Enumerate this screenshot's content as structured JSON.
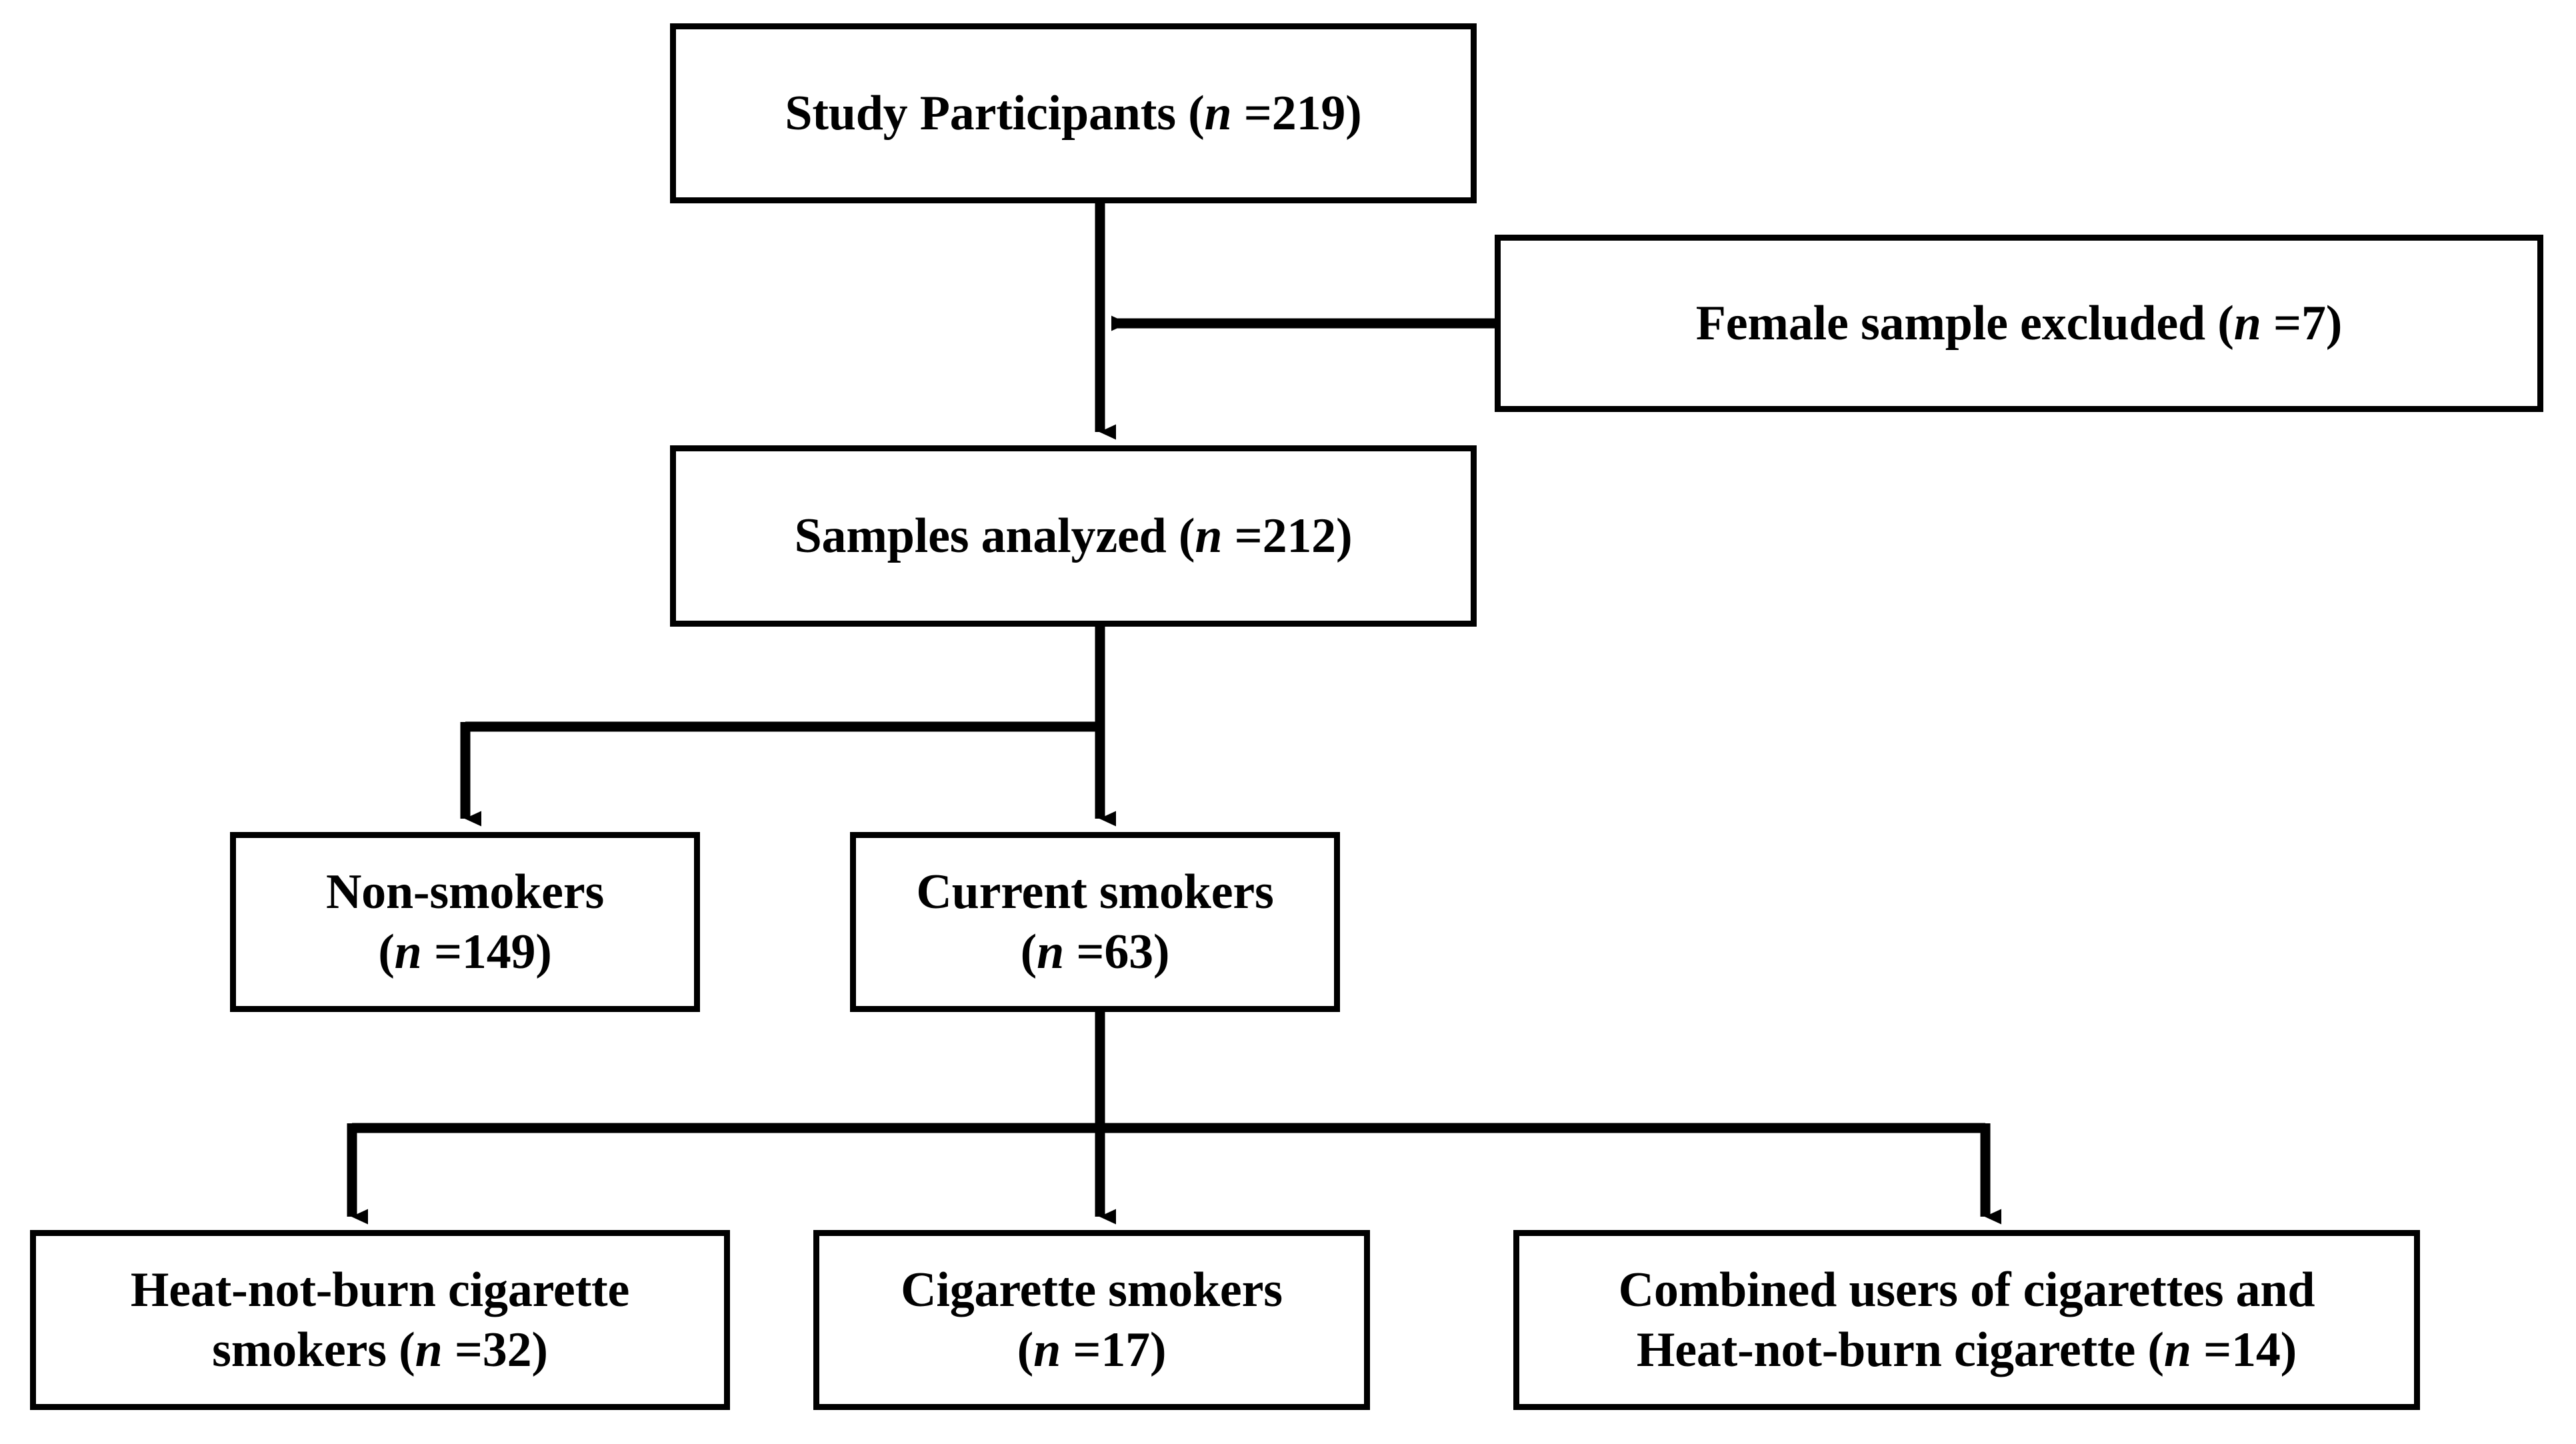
{
  "diagram": {
    "type": "flowchart",
    "title": "Study participant flow diagram",
    "stroke_color": "#000000",
    "fill_color": "#ffffff",
    "background_color": "#ffffff",
    "nodes": [
      {
        "id": "study-participants",
        "label": "Study Participants (n =219)",
        "line1": "Study Participants (",
        "symbol": "n",
        "line1_tail": " =219)",
        "count": 219,
        "level": 0
      },
      {
        "id": "female-excluded",
        "label": "Female sample excluded (n =7)",
        "line1": "Female sample excluded (",
        "symbol": "n",
        "line1_tail": " =7)",
        "count": 7,
        "level": 0
      },
      {
        "id": "samples-analyzed",
        "label": "Samples analyzed (n =212)",
        "line1": "Samples analyzed (",
        "symbol": "n",
        "line1_tail": " =212)",
        "count": 212,
        "level": 1
      },
      {
        "id": "non-smokers",
        "label": "Non-smokers (n =149)",
        "line1": "Non-smokers",
        "line2_head": "(",
        "symbol": "n",
        "line2_tail": " =149)",
        "count": 149,
        "level": 2
      },
      {
        "id": "current-smokers",
        "label": "Current smokers (n =63)",
        "line1": "Current smokers",
        "line2_head": "(",
        "symbol": "n",
        "line2_tail": " =63)",
        "count": 63,
        "level": 2
      },
      {
        "id": "hnb-smokers",
        "label": "Heat-not-burn cigarette smokers (n =32)",
        "line1": "Heat-not-burn cigarette",
        "line2_head": "smokers (",
        "symbol": "n",
        "line2_tail": " =32)",
        "count": 32,
        "level": 3
      },
      {
        "id": "cigarette-smokers",
        "label": "Cigarette smokers (n =17)",
        "line1": "Cigarette smokers",
        "line2_head": "(",
        "symbol": "n",
        "line2_tail": " =17)",
        "count": 17,
        "level": 3
      },
      {
        "id": "combined-users",
        "label": "Combined users of cigarettes and Heat-not-burn cigarette (n =14)",
        "line1": "Combined users of cigarettes and",
        "line2_head": "Heat-not-burn cigarette (",
        "symbol": "n",
        "line2_tail": " =14)",
        "count": 14,
        "level": 3
      }
    ],
    "edges": [
      {
        "id": "study-to-samples",
        "from": "study-participants",
        "to": "samples-analyzed",
        "direction": "down"
      },
      {
        "id": "female-to-trunk",
        "from": "female-excluded",
        "to": "study-to-samples",
        "direction": "left"
      },
      {
        "id": "samples-to-non-smokers",
        "from": "samples-analyzed",
        "to": "non-smokers",
        "direction": "down"
      },
      {
        "id": "samples-to-current",
        "from": "samples-analyzed",
        "to": "current-smokers",
        "direction": "down"
      },
      {
        "id": "current-to-hnb",
        "from": "current-smokers",
        "to": "hnb-smokers",
        "direction": "down"
      },
      {
        "id": "current-to-cigarette",
        "from": "current-smokers",
        "to": "cigarette-smokers",
        "direction": "down"
      },
      {
        "id": "current-to-combined",
        "from": "current-smokers",
        "to": "combined-users",
        "direction": "down"
      }
    ]
  }
}
